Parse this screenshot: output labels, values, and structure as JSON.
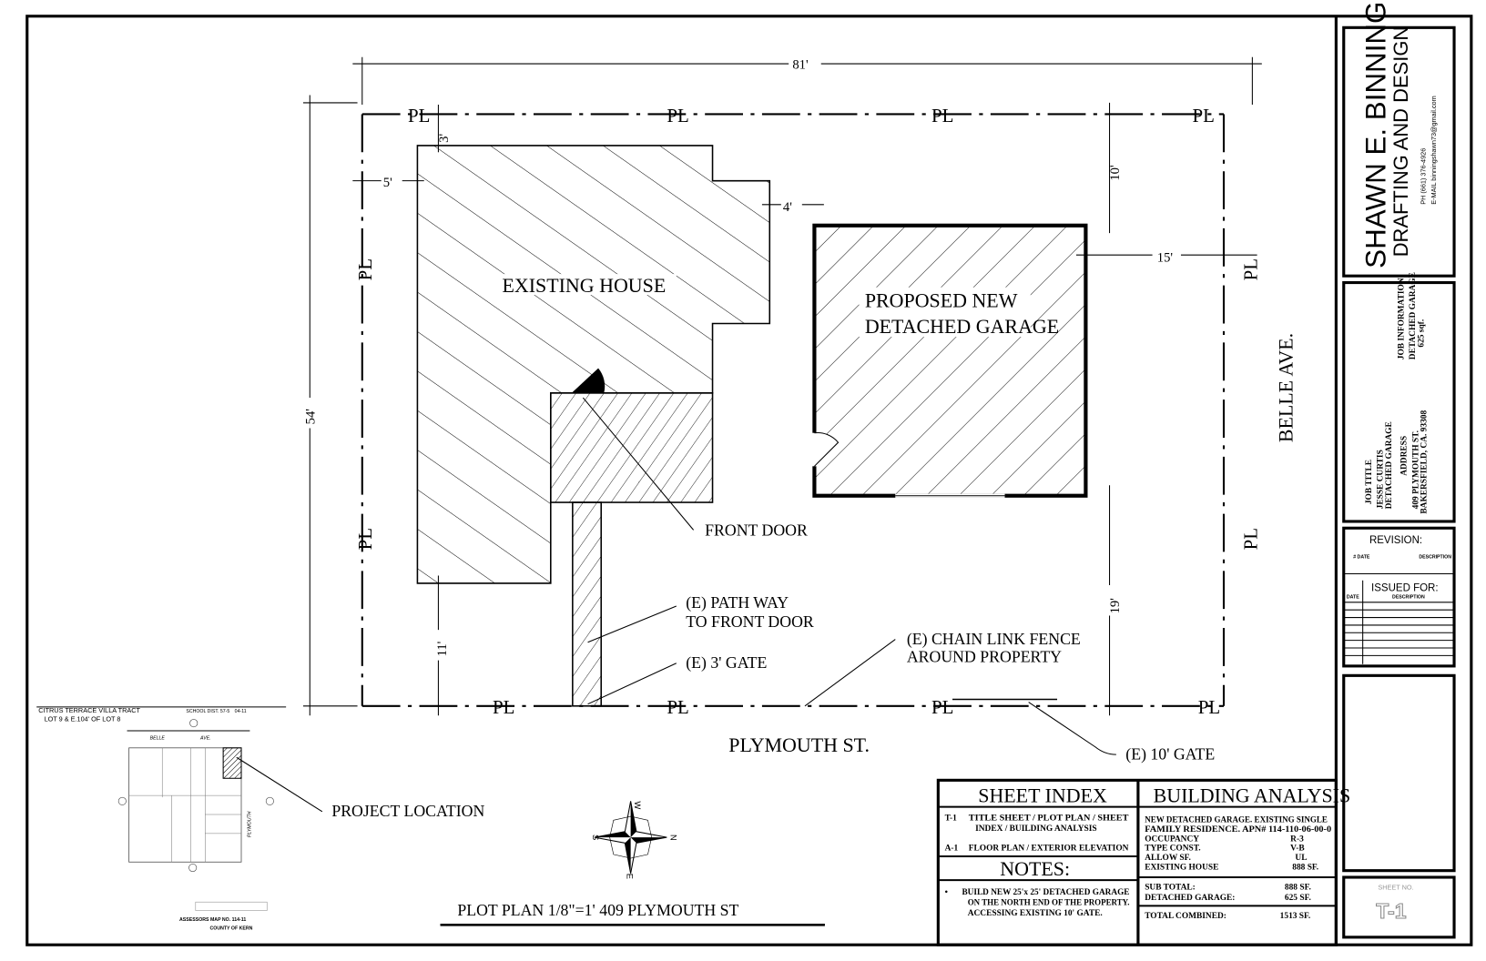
{
  "drawing": {
    "house_label": "EXISTING HOUSE",
    "garage_label": [
      "PROPOSED NEW",
      "DETACHED GARAGE"
    ],
    "front_door": "FRONT DOOR",
    "path_way": [
      "(E) PATH WAY",
      "TO FRONT DOOR"
    ],
    "gate_3": "(E) 3' GATE",
    "fence": [
      "(E) CHAIN LINK FENCE",
      "AROUND PROPERTY"
    ],
    "gate_10": "(E) 10' GATE",
    "street_south": "PLYMOUTH ST.",
    "street_east": "BELLE AVE.",
    "pl": "PL",
    "dims": {
      "width": "81'",
      "depth": "54'",
      "d3": "3'",
      "d5": "5'",
      "d4": "4'",
      "d10": "10'",
      "d15": "15'",
      "d19": "19'",
      "d11": "11'"
    },
    "caption": "PLOT PLAN 1/8\"=1'   409 PLYMOUTH ST",
    "compass": {
      "n": "N",
      "s": "S",
      "e": "E",
      "w": "W"
    }
  },
  "assessor_map": {
    "tract": [
      "CITRUS TERRACE VILLA TRACT",
      "LOT 9 & E.104' OF LOT 8"
    ],
    "school_dist": "SCHOOL DIST. 57-5",
    "page": "04-11",
    "street_north": "BELLE",
    "street_north2": "AVE.",
    "street_east": "PLYMOUTH",
    "map_no": "ASSESSORS MAP NO. 114-11",
    "county": "COUNTY OF KERN",
    "project_location": "PROJECT LOCATION"
  },
  "sheet_index": {
    "title": "SHEET INDEX",
    "items": [
      {
        "code": "T-1",
        "lines": [
          "TITLE SHEET / PLOT PLAN / SHEET",
          "INDEX / BUILDING ANALYSIS"
        ]
      },
      {
        "code": "A-1",
        "lines": [
          "FLOOR PLAN /   EXTERIOR ELEVATION"
        ]
      }
    ]
  },
  "notes": {
    "title": "NOTES:",
    "items": [
      [
        "BUILD NEW 25'x 25' DETACHED GARAGE",
        "ON THE NORTH END OF THE PROPERTY.",
        "ACCESSING EXISTING 10' GATE."
      ]
    ]
  },
  "building_analysis": {
    "title": "BUILDING ANALYSIS",
    "description": [
      "NEW DETACHED GARAGE. EXISTING SINGLE",
      "FAMILY RESIDENCE. APN# 114-110-06-00-0"
    ],
    "rows": [
      {
        "label": "OCCUPANCY",
        "value": "R-3"
      },
      {
        "label": "TYPE CONST.",
        "value": "V-B"
      },
      {
        "label": "ALLOW SF.",
        "value": "UL"
      },
      {
        "label": "EXISTING HOUSE",
        "value": "888 SF."
      }
    ],
    "subtotal": [
      {
        "label": "SUB TOTAL:",
        "value": "888 SF."
      },
      {
        "label": "DETACHED GARAGE:",
        "value": "625 SF."
      }
    ],
    "total": {
      "label": "TOTAL COMBINED:",
      "value": "1513 SF."
    }
  },
  "title_block": {
    "company": "SHAWN E. BINNING",
    "subtitle": "DRAFTING AND DESIGN",
    "phone": "PH (661) 376-4926",
    "email": "E-MAIL binningshawn73@gmail.com",
    "job_title_label": "JOB TITLE",
    "job_title": [
      "JESSE CURTIS",
      "DETACHED GARAGE"
    ],
    "address_label": "ADDRESS",
    "address": [
      "409 PLYMOUTH ST.",
      "BAKERSFIELD, CA. 93308"
    ],
    "job_info_label": "JOB INFORMATION",
    "job_info": [
      "DETACHED GARAGE",
      "625 sqf."
    ],
    "revision": "REVISION:",
    "rev_cols": [
      "# DATE",
      "DESCRIPTION"
    ],
    "issued_for": "ISSUED FOR:",
    "issued_cols": [
      "DATE",
      "DESCRIPTION"
    ],
    "sheet_no_label": "SHEET NO.",
    "sheet_no": "T-1"
  }
}
